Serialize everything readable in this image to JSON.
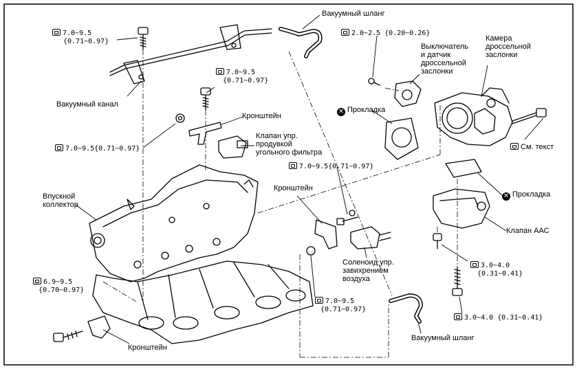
{
  "labels": {
    "vacuum_hose_top": "Вакуумный шланг",
    "vacuum_hose_bottom": "Вакуумный шланг",
    "vacuum_channel": "Вакуумный канал",
    "bracket_1": "Кронштейн",
    "bracket_2": "Кронштейн",
    "bracket_3": "Кронштейн",
    "purge_valve_1": "Клапан упр.",
    "purge_valve_2": "продувкой",
    "purge_valve_3": "угольного фильтра",
    "intake_1": "Впускной",
    "intake_2": "коллектор",
    "switch_1": "Выключатель",
    "switch_2": "и датчик",
    "switch_3": "дроссельной",
    "switch_4": "заслонки",
    "chamber_1": "Камера",
    "chamber_2": "дроссельной",
    "chamber_3": "заслонки",
    "gasket_1": "Прокладка",
    "gasket_2": "Прокладка",
    "see_text": "См. текст",
    "aac_valve": "Клапан ААС",
    "solenoid_1": "Соленоид упр.",
    "solenoid_2": "завихрением",
    "solenoid_3": "воздуха"
  },
  "torques": {
    "t1_a": "7.0~9.5",
    "t1_b": "{0.71~0.97}",
    "t2_a": "7.0~9.5",
    "t2_b": "{0.71~0.97}",
    "t3": "7.0~9.5{0.71~0.97}",
    "t4": "2.0~2.5 {0.20~0.26}",
    "t5": "7.0~9.5{0.71~0.97}",
    "t6_a": "6.9~9.5",
    "t6_b": "{0.70~0.97}",
    "t7_a": "7.0~9.5",
    "t7_b": "{0.71~0.97}",
    "t8_a": "3.0~4.0",
    "t8_b": "{0.31~0.41}",
    "t9": "3.0~4.0 {0.31~0.41}"
  },
  "icons": {
    "torque": "torque-wrench-icon",
    "gasket": "replace-x-icon"
  },
  "colors": {
    "line": "#000000",
    "background": "#ffffff"
  }
}
